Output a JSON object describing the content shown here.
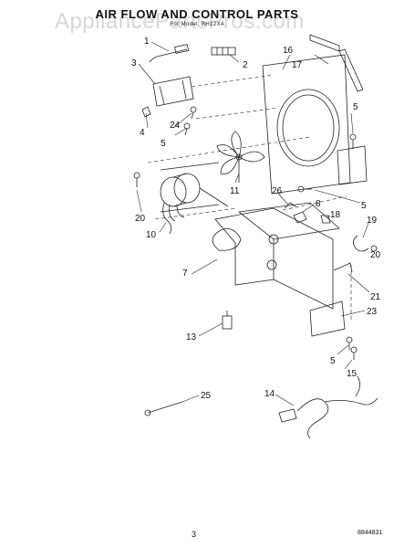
{
  "title": "AIR FLOW AND CONTROL PARTS",
  "subtitle": "For Model: BH12X4",
  "watermark": "AppliancePartsPros.com",
  "page_number": "3",
  "document_code": "8844831",
  "callouts": {
    "c1": "1",
    "c2": "2",
    "c3": "3",
    "c4": "4",
    "c5a": "5",
    "c5b": "5",
    "c5c": "5",
    "c5d": "5",
    "c7": "7",
    "c8": "8",
    "c10": "10",
    "c11": "11",
    "c13": "13",
    "c14": "14",
    "c15": "15",
    "c16": "16",
    "c17": "17",
    "c18": "18",
    "c19": "19",
    "c20a": "20",
    "c20b": "20",
    "c21": "21",
    "c23": "23",
    "c24": "24",
    "c25": "25",
    "c26": "26"
  },
  "colors": {
    "ink": "#222222",
    "watermark": "#8c8c8c"
  }
}
